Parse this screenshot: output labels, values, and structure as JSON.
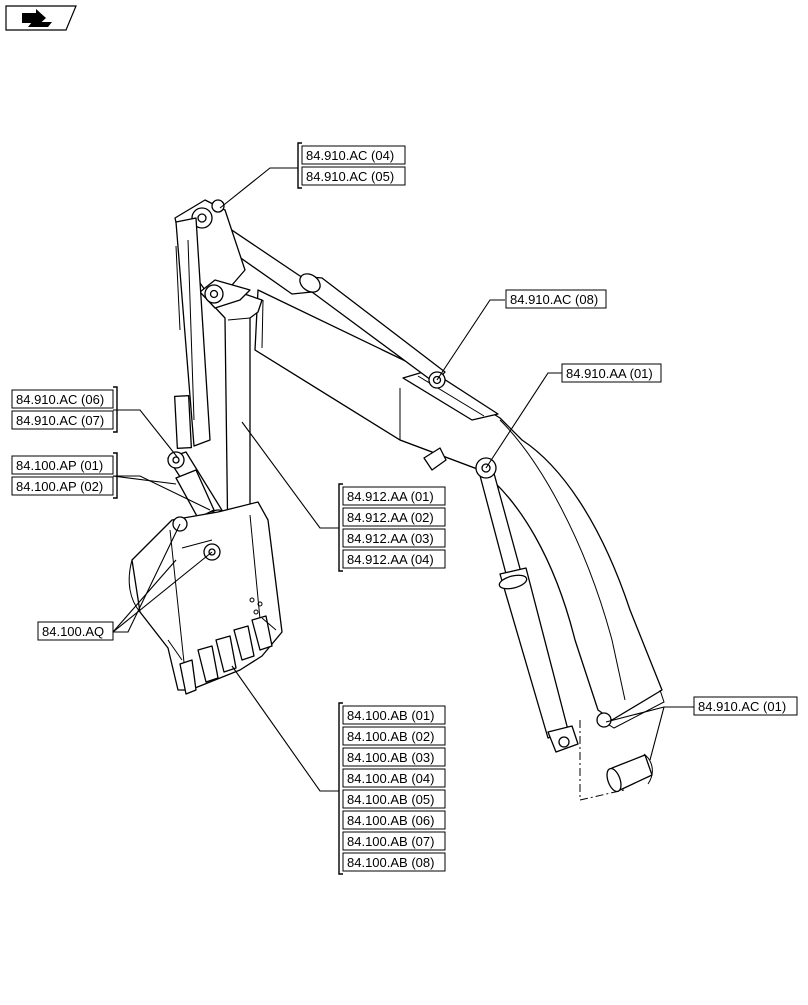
{
  "nav_icon": "next-page-arrow-icon",
  "callout_groups": [
    {
      "id": "group-910ac-04-05",
      "labels": [
        "84.910.AC (04)",
        "84.910.AC (05)"
      ]
    },
    {
      "id": "group-910ac-08",
      "labels": [
        "84.910.AC (08)"
      ]
    },
    {
      "id": "group-910aa-01",
      "labels": [
        "84.910.AA (01)"
      ]
    },
    {
      "id": "group-910ac-06-07",
      "labels": [
        "84.910.AC (06)",
        "84.910.AC (07)"
      ]
    },
    {
      "id": "group-100ap-01-02",
      "labels": [
        "84.100.AP (01)",
        "84.100.AP (02)"
      ]
    },
    {
      "id": "group-912aa-01-04",
      "labels": [
        "84.912.AA (01)",
        "84.912.AA (02)",
        "84.912.AA (03)",
        "84.912.AA (04)"
      ]
    },
    {
      "id": "group-100aq",
      "labels": [
        "84.100.AQ"
      ]
    },
    {
      "id": "group-910ac-01",
      "labels": [
        "84.910.AC (01)"
      ]
    },
    {
      "id": "group-100ab-01-08",
      "labels": [
        "84.100.AB (01)",
        "84.100.AB (02)",
        "84.100.AB (03)",
        "84.100.AB (04)",
        "84.100.AB (05)",
        "84.100.AB (06)",
        "84.100.AB (07)",
        "84.100.AB (08)"
      ]
    }
  ]
}
